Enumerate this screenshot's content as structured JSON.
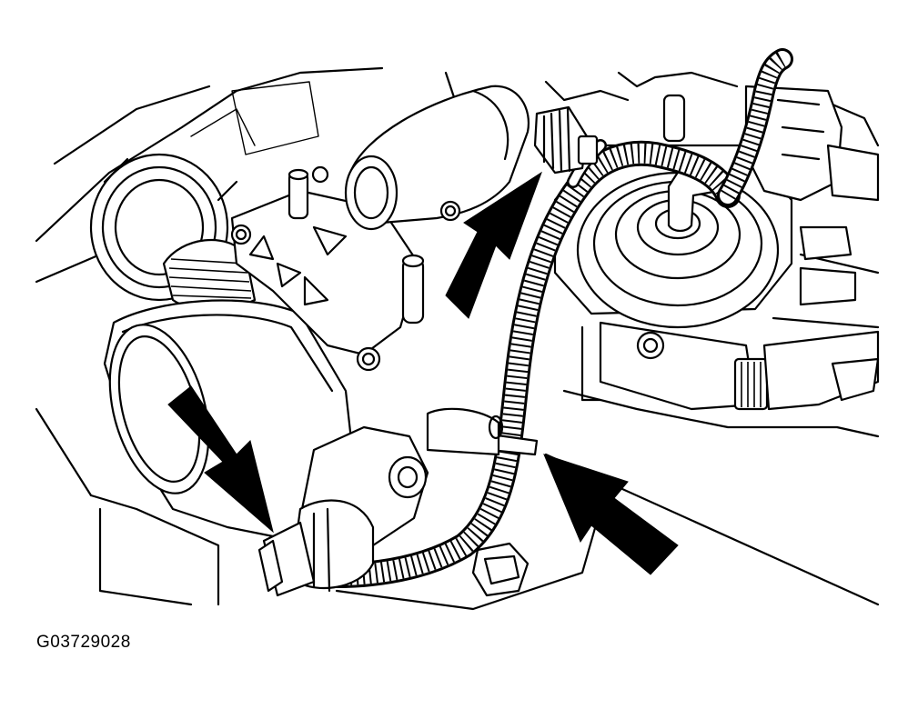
{
  "figure": {
    "code": "G03729028"
  },
  "callouts": [
    {
      "name": "arrow-down-left",
      "points_to": "sensor-connector"
    },
    {
      "name": "arrow-up-center",
      "points_to": "harness-connector-top"
    },
    {
      "name": "arrow-up-left-lower",
      "points_to": "harness-clip"
    }
  ],
  "colors": {
    "line": "#000000",
    "background": "#ffffff"
  }
}
